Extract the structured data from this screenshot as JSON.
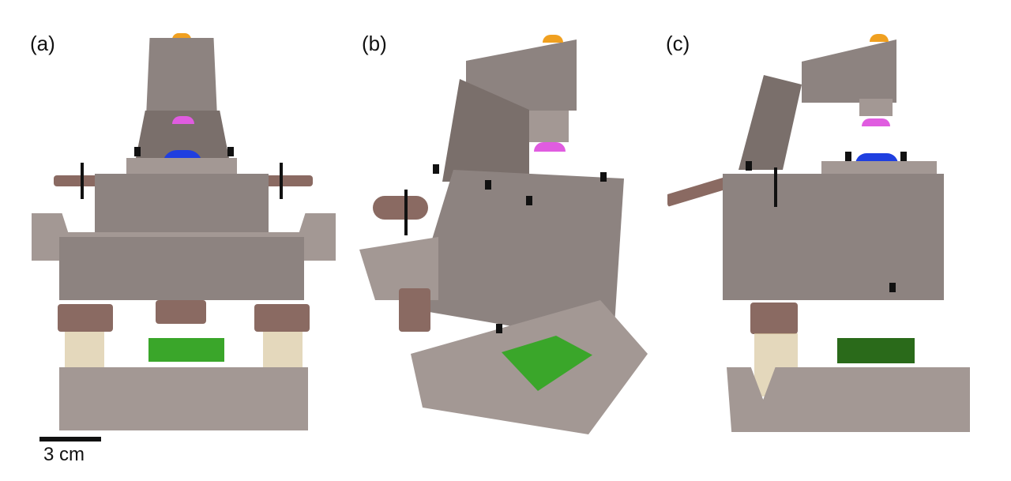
{
  "panels": [
    {
      "label": "(a)"
    },
    {
      "label": "(b)"
    },
    {
      "label": "(c)"
    }
  ],
  "scale_bar": {
    "label": "3 cm"
  },
  "colors": {
    "body": "#8d8380",
    "gear": "#8a6a62",
    "lens_top": "#e05ce0",
    "lens_bottom": "#1f3fe0",
    "sample": "#3aa62a",
    "led": "#f0a020"
  }
}
